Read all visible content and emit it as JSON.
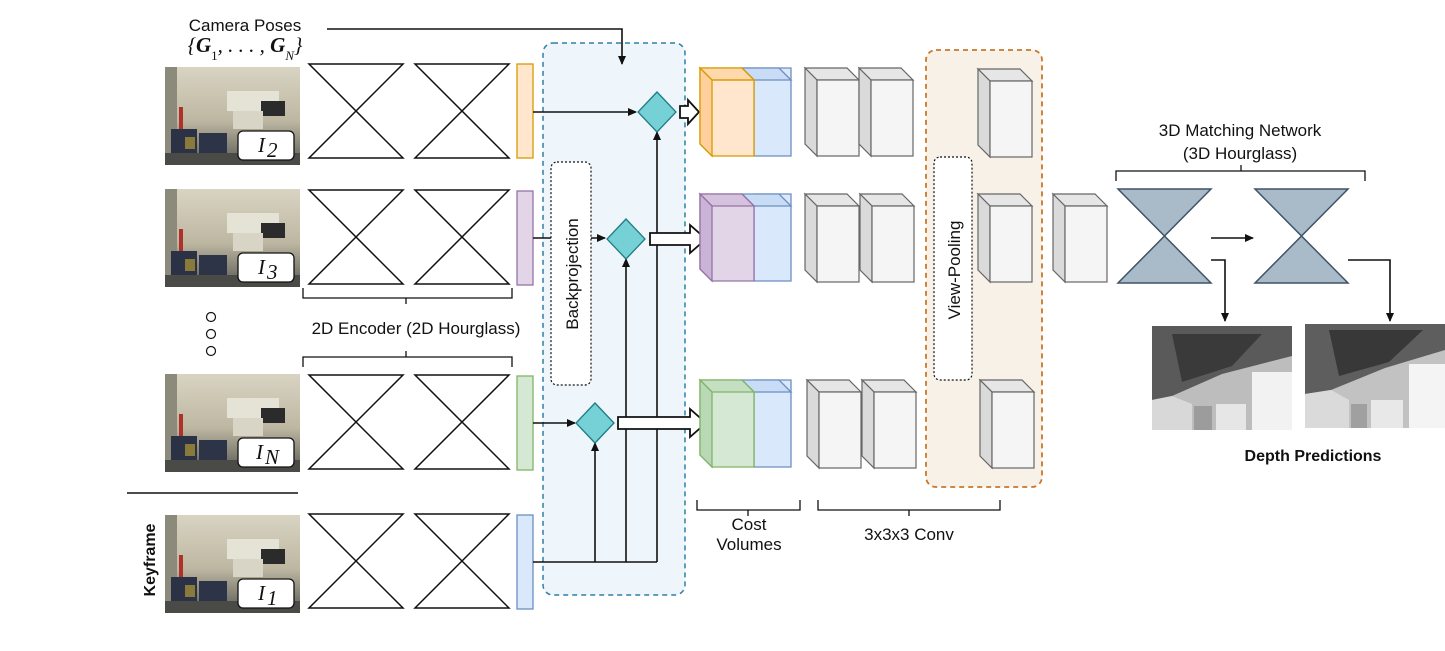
{
  "camera_poses": {
    "label": "Camera Poses",
    "set_notation": "{G1, . . . , GN}"
  },
  "input_frames": [
    {
      "label": "I2"
    },
    {
      "label": "I3"
    },
    {
      "label": "IN"
    },
    {
      "label": "I1"
    }
  ],
  "keyframe_label": "Keyframe",
  "encoder_label": "2D Encoder (2D Hourglass)",
  "backprojection_label": "Backprojection",
  "view_pooling_label": "View-Pooling",
  "cost_volumes_label": [
    "Cost",
    "Volumes"
  ],
  "conv_label": "3x3x3 Conv",
  "matching_network_label": [
    "3D Matching Network",
    "(3D Hourglass)"
  ],
  "depth_predictions_label": "Depth Predictions",
  "colors": {
    "frame_orange": "#d79b00",
    "frame_purple": "#9673a6",
    "frame_green": "#82b366",
    "frame_blue": "#6c8ebf",
    "diamond": "#75d1d6",
    "hourglass_3d": "#a9bac9",
    "backprojection_bg": "#eef5fb",
    "backprojection_border": "#2f7fa8",
    "viewpool_bg": "#f8f1e8",
    "viewpool_border": "#c8782a"
  }
}
